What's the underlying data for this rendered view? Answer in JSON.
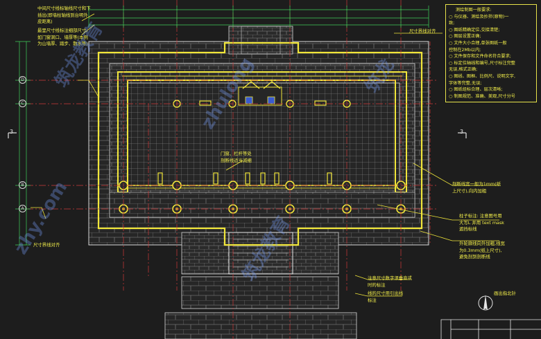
{
  "notes": {
    "center_dim": "中间尺寸线标轴线尺寸和下\n插出(即墙柱轴线到台明外\n皮距离)",
    "outer_dim": "最里尺寸线标注细部尺寸,\n如门窗洞口、墙厚等(本例\n为山墙厚、踏步、散水等)",
    "dim_align": "尺寸界线对齐",
    "dim_align_left": "尺寸界线对齐",
    "door_note": "门窗、栏杆等处\n剖断线适当减细",
    "cut_line": "剖断线宽一般为1mm(纸\n上尺寸),向内加粗",
    "column_note": "柱子标注: 注意图号用\n大写L 并用 text mask\n遮挡标线",
    "outline_note": "外轮廓线向外加粗,线宽\n为0.3mm(纸上尺寸),\n避免剖到剖断线",
    "dim_text": "注意尺寸数字须垂直或\n时的标注",
    "leader_note": "线的尺寸用引出线\n标注",
    "north_label": "画出指北针"
  },
  "requirements": {
    "title": "测绘制图一般要求:",
    "items": [
      "○ 与仪器、测绘及抄拌(原物)一",
      "   致;",
      "○ 图纸精确定位,交接清楚;",
      "○ 图层设置正确;",
      "○ 文件大小合理,单张图纸一般",
      "   控制在2Mb以内;",
      "○ 文件保存和文件命名符合要求;",
      "○ 标定位轴线和编号,尺寸标注完整",
      "   无误,格式正确;",
      "○ 图线、图框、比例尺、说明文字,",
      "   字体等完整,无误;",
      "○ 图纸组标合理、层次清晰;",
      "○ 制图规范、准确、美观,尺寸分号"
    ]
  },
  "axes": {
    "D": "D",
    "C": "C",
    "B": "B",
    "A": "A"
  },
  "section_marks": {
    "left": "3",
    "right": "3"
  },
  "watermarks": [
    "筑龙教育",
    "zhulong",
    "zhy.com",
    "筑龙",
    "筑龙教育"
  ]
}
